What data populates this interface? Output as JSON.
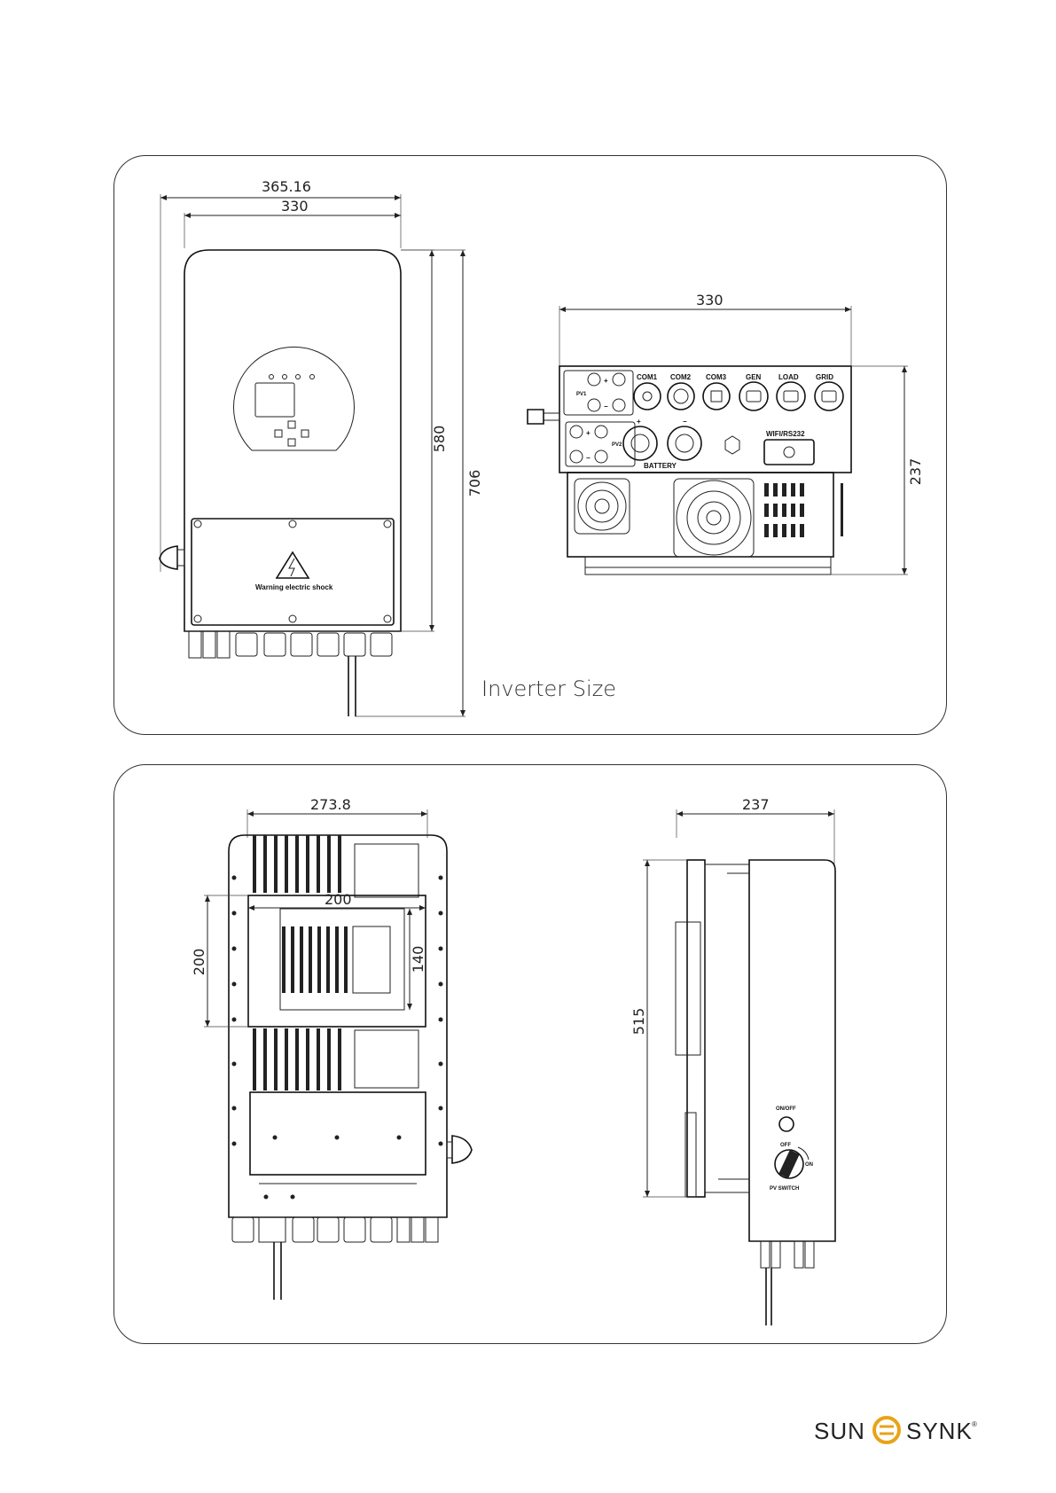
{
  "title": "Inverter Size",
  "front_view": {
    "width_overall": "365.16",
    "width_body": "330",
    "height_body": "580",
    "height_overall": "706",
    "warning_label": "Warning electric shock"
  },
  "bottom_view": {
    "width": "330",
    "depth": "237",
    "ports": [
      "COM1",
      "COM2",
      "COM3",
      "GEN",
      "LOAD",
      "GRID"
    ],
    "pv1_label": "PV1",
    "pv2_label": "PV2",
    "battery_label": "BATTERY",
    "wifi_label": "WIFI/RS232",
    "plus": "+",
    "minus": "−"
  },
  "rear_view": {
    "width": "273.8",
    "bracket_width": "200",
    "bracket_height": "200",
    "bracket_inner": "140"
  },
  "side_view": {
    "depth": "237",
    "height": "515",
    "onoff_label": "ON/OFF",
    "off_label": "OFF",
    "on_label": "ON",
    "pv_switch_label": "PV SWITCH"
  },
  "brand": {
    "left": "SUN",
    "right": "SYNK",
    "registered": "®",
    "accent": "#e8a317"
  }
}
